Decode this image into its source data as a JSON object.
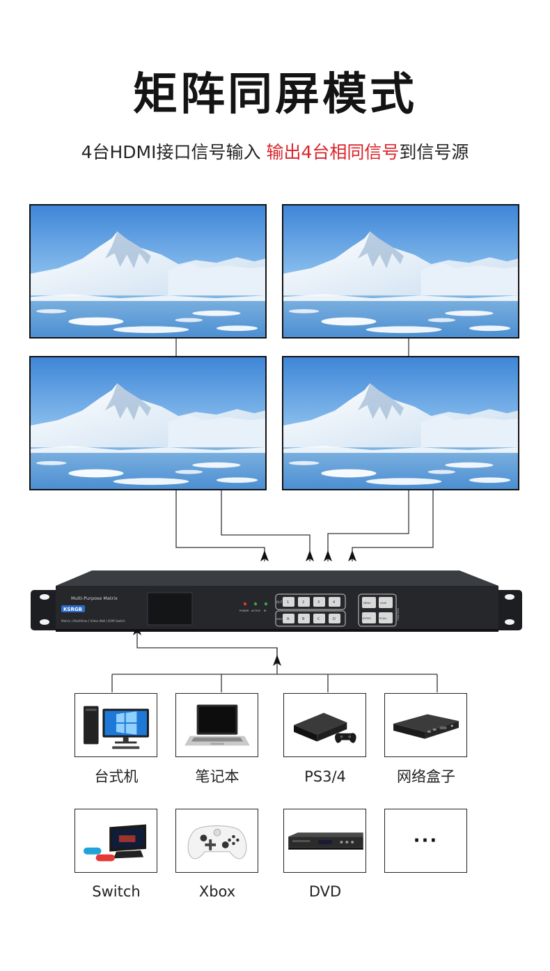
{
  "header": {
    "title": "矩阵同屏模式",
    "subtitle_part1": "4台HDMI接口信号输入 ",
    "subtitle_highlight": "输出4台相同信号",
    "subtitle_part3": "到信号源",
    "highlight_color": "#d9232a"
  },
  "matrix": {
    "model_label": "Multi-Purpose Matrix",
    "brand": "KSRGB",
    "feature_line": "Matrix | MultiView | Video Wall | KVM Switch",
    "led_labels": [
      "POWER",
      "ACTIVE",
      "IR"
    ],
    "output_row_label": "OUT",
    "input_row_label": "INPUT",
    "output_buttons": [
      "1",
      "2",
      "3",
      "4"
    ],
    "input_buttons": [
      "A",
      "B",
      "C",
      "D"
    ],
    "function_buttons": [
      "MENU",
      "SAVE",
      "ENTER",
      "RCALL"
    ],
    "side_label": "FUNCTION"
  },
  "devices": [
    {
      "label": "台式机",
      "icon": "desktop-pc-icon"
    },
    {
      "label": "笔记本",
      "icon": "laptop-icon"
    },
    {
      "label": "PS3/4",
      "icon": "playstation-icon"
    },
    {
      "label": "网络盒子",
      "icon": "tv-box-icon"
    },
    {
      "label": "Switch",
      "icon": "nintendo-switch-icon"
    },
    {
      "label": "Xbox",
      "icon": "xbox-controller-icon"
    },
    {
      "label": "DVD",
      "icon": "dvd-player-icon"
    },
    {
      "label": "",
      "icon": "more-icon",
      "dots": "···"
    }
  ]
}
